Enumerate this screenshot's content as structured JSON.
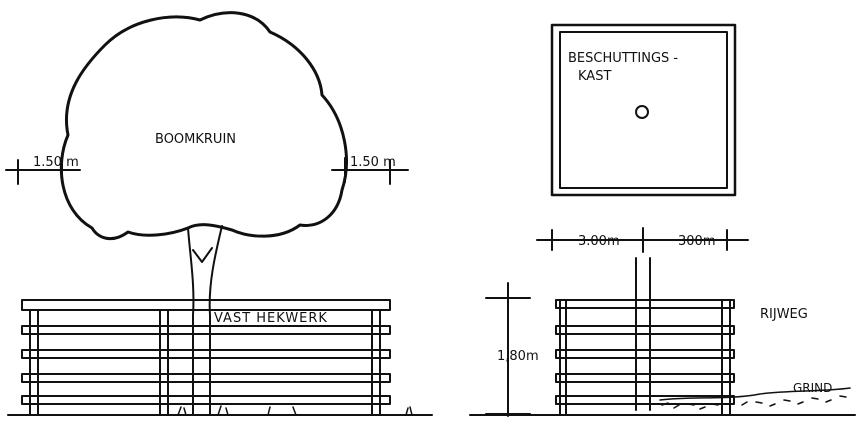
{
  "labels": {
    "tree_crown": "BOOMKRUIN",
    "dim_left": "1.50 m",
    "dim_right": "1.50 m",
    "fence": "VAST HEKWERK",
    "shelter_line1": "BESCHUTTINGS -",
    "shelter_line2": "KAST",
    "dim_a": "3.00m",
    "dim_b": "300m",
    "height": "1,80m",
    "road": "RIJWEG",
    "gravel": "GRIND"
  }
}
